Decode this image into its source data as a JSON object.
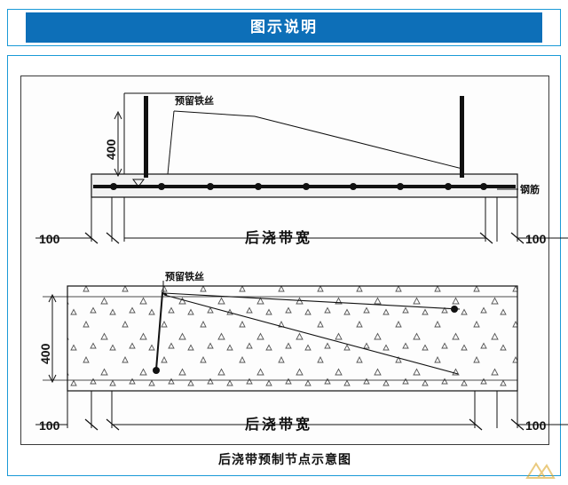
{
  "header": {
    "title": "图示说明"
  },
  "diagram": {
    "caption": "后浇带预制节点示意图",
    "top_view": {
      "wire_label": "预留铁丝",
      "rebar_label": "钢筋",
      "height_label": "400",
      "left_dim": "100",
      "right_dim": "100",
      "span_label": "后浇带宽"
    },
    "bottom_view": {
      "wire_label": "预留铁丝",
      "height_label": "400",
      "left_dim": "100",
      "right_dim": "100",
      "span_label": "后浇带宽"
    }
  },
  "colors": {
    "title_bar": "#0d6fb8",
    "frame_accent": "#1a9ad7",
    "line": "#111111",
    "concrete_fill": "#f1f1f1"
  }
}
